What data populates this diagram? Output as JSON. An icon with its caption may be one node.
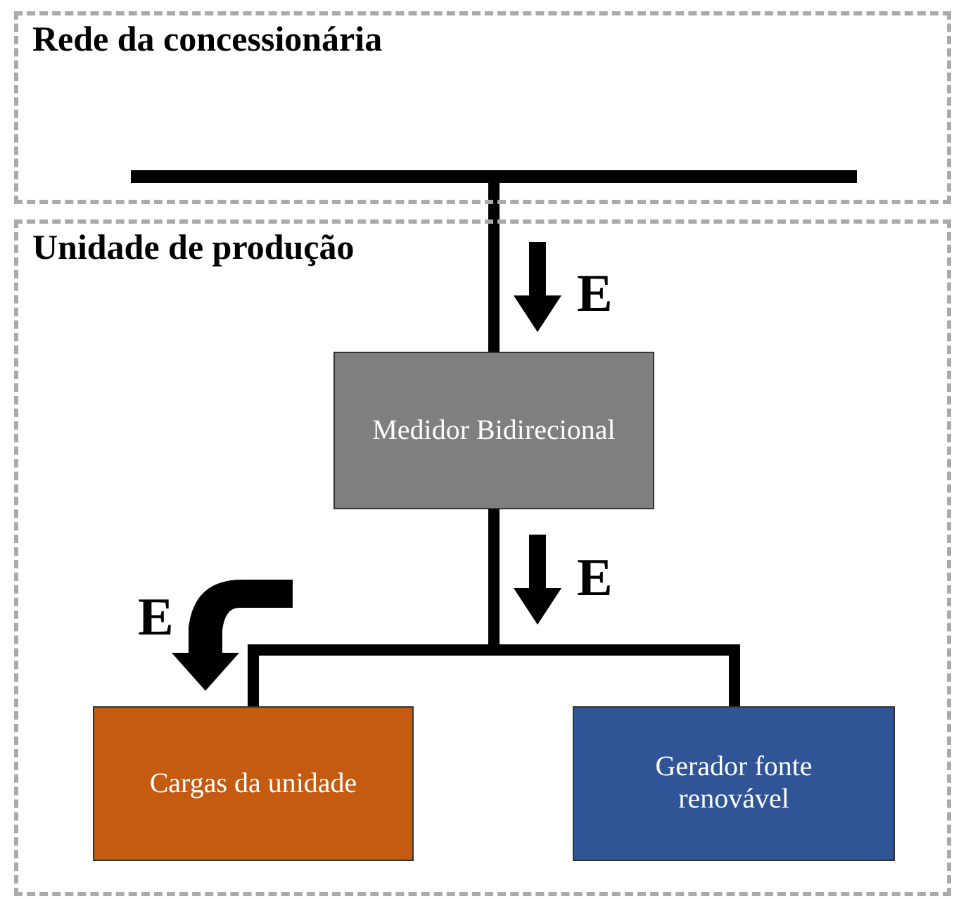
{
  "diagram": {
    "nodes": [
      {
        "text": [
          "Rede da concessionária"
        ]
      },
      {
        "text": [],
        "shape": "bar",
        "in": 0
      },
      {
        "text": [
          "Unidade de produção"
        ]
      },
      {
        "text": [
          "Medidor Bidirecional"
        ],
        "in": 2
      },
      {
        "text": [
          "Cargas da unidade"
        ],
        "in": 2
      },
      {
        "text": [
          "Gerador fonte renovável"
        ],
        "in": 2
      }
    ],
    "edges": [
      {
        "from": 1,
        "to": 3,
        "arrow": "none"
      },
      {
        "from": 3,
        "to": 4,
        "arrow": "none"
      },
      {
        "from": 3,
        "to": 5,
        "arrow": "none"
      }
    ],
    "labels": [
      "E",
      "E",
      "E"
    ]
  }
}
